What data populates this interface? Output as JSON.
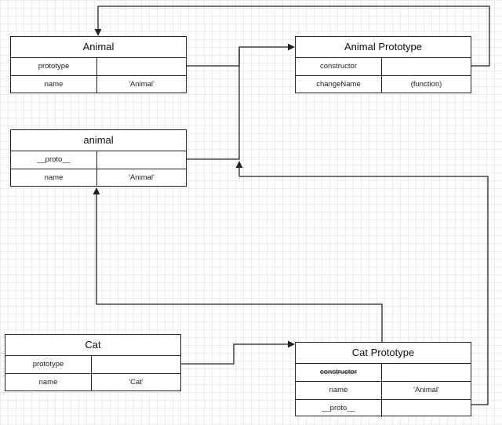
{
  "animal_fn": {
    "title": "Animal",
    "rows": [
      {
        "key": "prototype",
        "value": ""
      },
      {
        "key": "name",
        "value": "'Animal'"
      }
    ]
  },
  "animal_proto": {
    "title": "Animal Prototype",
    "rows": [
      {
        "key": "constructor",
        "value": ""
      },
      {
        "key": "changeName",
        "value": "(function)"
      }
    ]
  },
  "animal_inst": {
    "title": "animal",
    "rows": [
      {
        "key": "__proto__",
        "value": ""
      },
      {
        "key": "name",
        "value": "'Animal'"
      }
    ]
  },
  "cat_fn": {
    "title": "Cat",
    "rows": [
      {
        "key": "prototype",
        "value": ""
      },
      {
        "key": "name",
        "value": "'Cat'"
      }
    ]
  },
  "cat_proto": {
    "title": "Cat Prototype",
    "rows": [
      {
        "key": "constructor",
        "value": ""
      },
      {
        "key": "name",
        "value": "'Animal'"
      },
      {
        "key": "__proto__",
        "value": ""
      }
    ]
  },
  "colors": {
    "line": "#222222",
    "grid": "#ececec"
  }
}
